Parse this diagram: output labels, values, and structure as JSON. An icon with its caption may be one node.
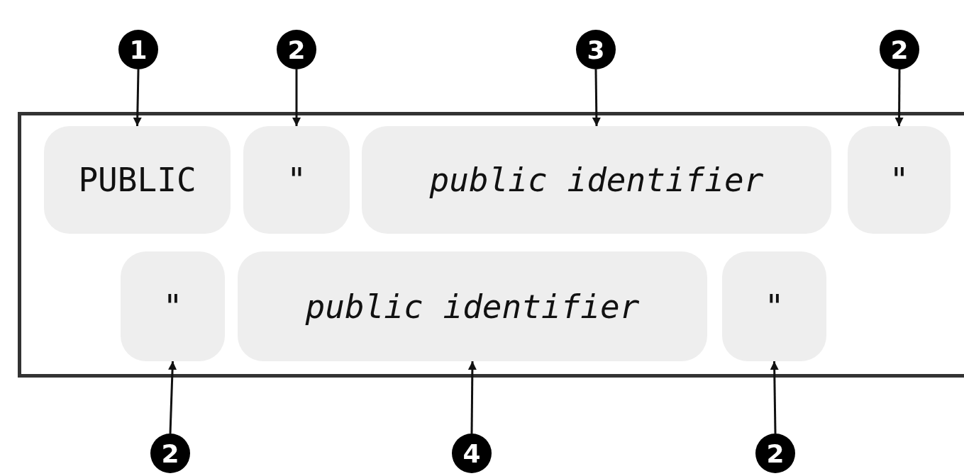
{
  "diagram": {
    "nodes": [
      {
        "text": [
          "1"
        ]
      },
      {
        "text": [
          "2"
        ]
      },
      {
        "text": [
          "3"
        ]
      },
      {
        "text": [
          "2"
        ]
      },
      {
        "text": [],
        "shape": "box"
      },
      {
        "text": [
          "PUBLIC"
        ],
        "in": 4
      },
      {
        "text": [
          "\""
        ],
        "in": 4
      },
      {
        "text": [
          "public identifier"
        ],
        "in": 4
      },
      {
        "text": [
          "\""
        ],
        "in": 4
      },
      {
        "text": [
          "\""
        ],
        "in": 4
      },
      {
        "text": [
          "public identifier"
        ],
        "in": 4
      },
      {
        "text": [
          "\""
        ],
        "in": 4
      },
      {
        "text": [
          "2"
        ]
      },
      {
        "text": [
          "4"
        ]
      },
      {
        "text": [
          "2"
        ]
      }
    ],
    "edges": [
      {
        "from": 0,
        "to": 5,
        "arrow": "to"
      },
      {
        "from": 1,
        "to": 6,
        "arrow": "to"
      },
      {
        "from": 2,
        "to": 7,
        "arrow": "to"
      },
      {
        "from": 3,
        "to": 8,
        "arrow": "to"
      },
      {
        "from": 12,
        "to": 9,
        "arrow": "to"
      },
      {
        "from": 13,
        "to": 10,
        "arrow": "to"
      },
      {
        "from": 14,
        "to": 11,
        "arrow": "to"
      }
    ]
  }
}
